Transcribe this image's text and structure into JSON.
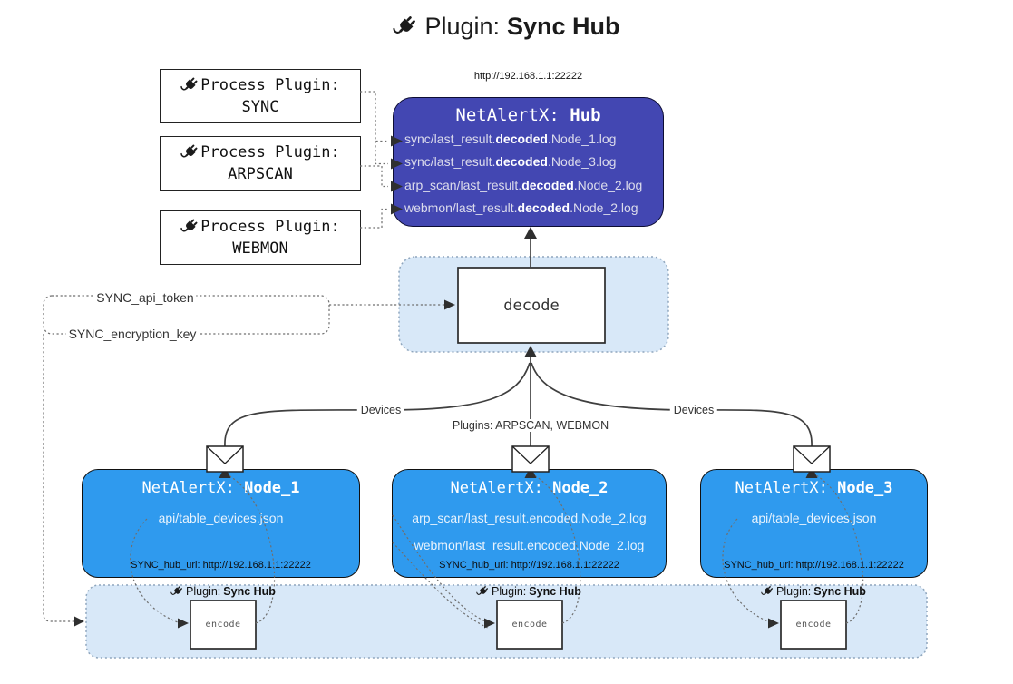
{
  "title": {
    "label": "Plugin:",
    "name": "Sync Hub"
  },
  "process_plugins": [
    {
      "label": "Process Plugin:",
      "name": "SYNC"
    },
    {
      "label": "Process Plugin:",
      "name": "ARPSCAN"
    },
    {
      "label": "Process Plugin:",
      "name": "WEBMON"
    }
  ],
  "hub": {
    "url": "http://192.168.1.1:22222",
    "title_prefix": "NetAlertX:",
    "title_name": "Hub",
    "logs": [
      {
        "pre": "sync/last_result.",
        "em": "decoded",
        "post": ".Node_1.log"
      },
      {
        "pre": "sync/last_result.",
        "em": "decoded",
        "post": ".Node_3.log"
      },
      {
        "pre": "arp_scan/last_result.",
        "em": "decoded",
        "post": ".Node_2.log"
      },
      {
        "pre": "webmon/last_result.",
        "em": "decoded",
        "post": ".Node_2.log"
      }
    ]
  },
  "decode": {
    "label": "decode"
  },
  "secrets": {
    "api_token": "SYNC_api_token",
    "encryption_key": "SYNC_encryption_key"
  },
  "edge_labels": {
    "devices_left": "Devices",
    "plugins_center": "Plugins: ARPSCAN, WEBMON",
    "devices_right": "Devices"
  },
  "nodes": [
    {
      "title_prefix": "NetAlertX:",
      "title_name": "Node_1",
      "files": [
        "api/table_devices.json"
      ],
      "hub_url": "SYNC_hub_url: http://192.168.1.1:22222"
    },
    {
      "title_prefix": "NetAlertX:",
      "title_name": "Node_2",
      "files": [
        "arp_scan/last_result.encoded.Node_2.log",
        "webmon/last_result.encoded.Node_2.log"
      ],
      "hub_url": "SYNC_hub_url: http://192.168.1.1:22222"
    },
    {
      "title_prefix": "NetAlertX:",
      "title_name": "Node_3",
      "files": [
        "api/table_devices.json"
      ],
      "hub_url": "SYNC_hub_url: http://192.168.1.1:22222"
    }
  ],
  "encoders": [
    {
      "label": "Plugin:",
      "name": "Sync Hub",
      "box": "encode"
    },
    {
      "label": "Plugin:",
      "name": "Sync Hub",
      "box": "encode"
    },
    {
      "label": "Plugin:",
      "name": "Sync Hub",
      "box": "encode"
    }
  ],
  "colors": {
    "hub_fill": "#4347b2",
    "node_fill": "#2f9aee",
    "panel_fill": "#d8e8f8",
    "panel_border": "#8fa6bd",
    "line": "#3f3f3f",
    "dotted": "#6f6f6f"
  }
}
